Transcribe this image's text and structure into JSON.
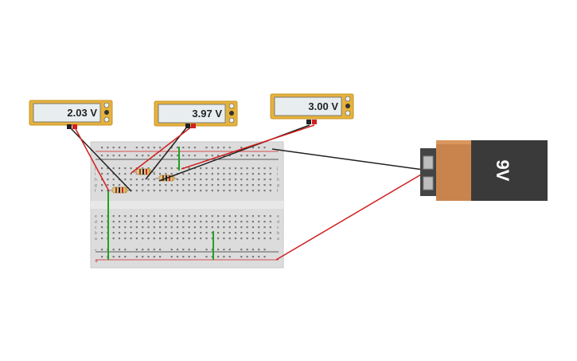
{
  "multimeters": [
    {
      "reading": "2.03 V"
    },
    {
      "reading": "3.97 V"
    },
    {
      "reading": "3.00 V"
    }
  ],
  "battery": {
    "label": "9V"
  },
  "breadboard": {
    "row_labels_top": [
      "j",
      "i",
      "h",
      "g",
      "f"
    ],
    "row_labels_bottom": [
      "e",
      "d",
      "c",
      "b",
      "a"
    ],
    "rail_plus": "+",
    "rail_minus": "-"
  },
  "colors": {
    "meter_body": "#e5b23b",
    "meter_screen": "#e8eef0",
    "board": "#dcdcdc",
    "wire_red": "#d02020",
    "wire_black": "#202020",
    "wire_green": "#1fa31f",
    "battery_orange": "#c9844d",
    "battery_black": "#3a3a3a"
  }
}
